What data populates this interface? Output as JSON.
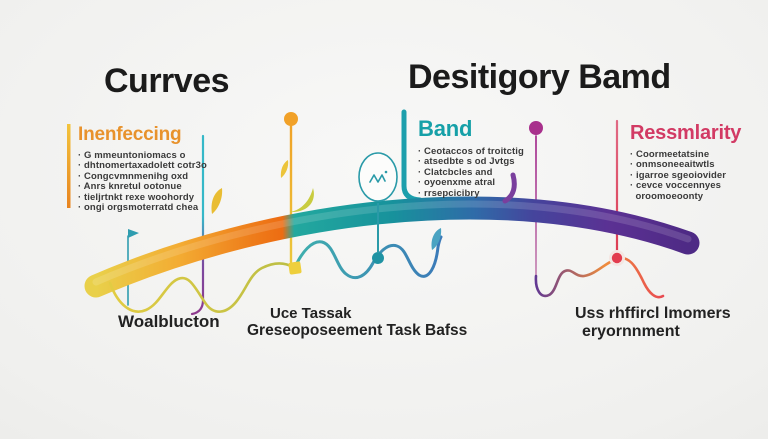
{
  "titles": {
    "left": "Currves",
    "right": "Desitigory Bamd"
  },
  "sections": {
    "inenfecing": {
      "heading": "Inenfeccing",
      "color": "#E8922C",
      "bullets": [
        "G mmeuntoniomacs o",
        "dhtnomertaxadolett cotr3o",
        "Congcvmnmenihg oxd",
        "Anrs knretul ootonue",
        "tieljrtnkt rexe woohordy",
        "ongi orgsmoterratd chea"
      ]
    },
    "band": {
      "heading": "Band",
      "color": "#16A0A8",
      "bullets": [
        "Ceotaccos of troitctig",
        "atsedbte s od Jvtgs",
        "Clatcbcles and",
        "oyoenxme atral",
        "rrsepcicibry"
      ]
    },
    "ressmlarity": {
      "heading": "Ressmlarity",
      "color": "#D23A64",
      "bullets": [
        "Coormeetatsine",
        "onmsoneeaitwtls",
        "igarroe sgeoiovider",
        "cevce voccennyes",
        "oroomoeoonty"
      ]
    }
  },
  "bottom_labels": {
    "left": {
      "line1": "Woalblucton"
    },
    "middle": {
      "line1": "Uce Tassak",
      "line2": "Greseoposeement Task Bafss"
    },
    "right": {
      "line1": "Uss rhffircl lmomers",
      "line2": "eryornnment"
    }
  },
  "palette": {
    "band_gradient": [
      "#E9D04A",
      "#F3AC33",
      "#EE7E1B",
      "#23A89E",
      "#17929C",
      "#2F6BA8",
      "#5B3193",
      "#4E2A85"
    ],
    "accent_orange": "#E8922C",
    "accent_teal": "#16A0A8",
    "accent_pink": "#D23A64",
    "accent_magenta": "#A8308C",
    "accent_red": "#E23C4E",
    "text_dark": "#1B1B1B",
    "text_body": "#3A3A3A",
    "background": "#EFEFEE"
  },
  "icons": [
    "flag-marker-icon",
    "leaf-icon",
    "circle-badge-icon",
    "dot-marker-icon",
    "square-marker-icon",
    "hook-icon"
  ]
}
